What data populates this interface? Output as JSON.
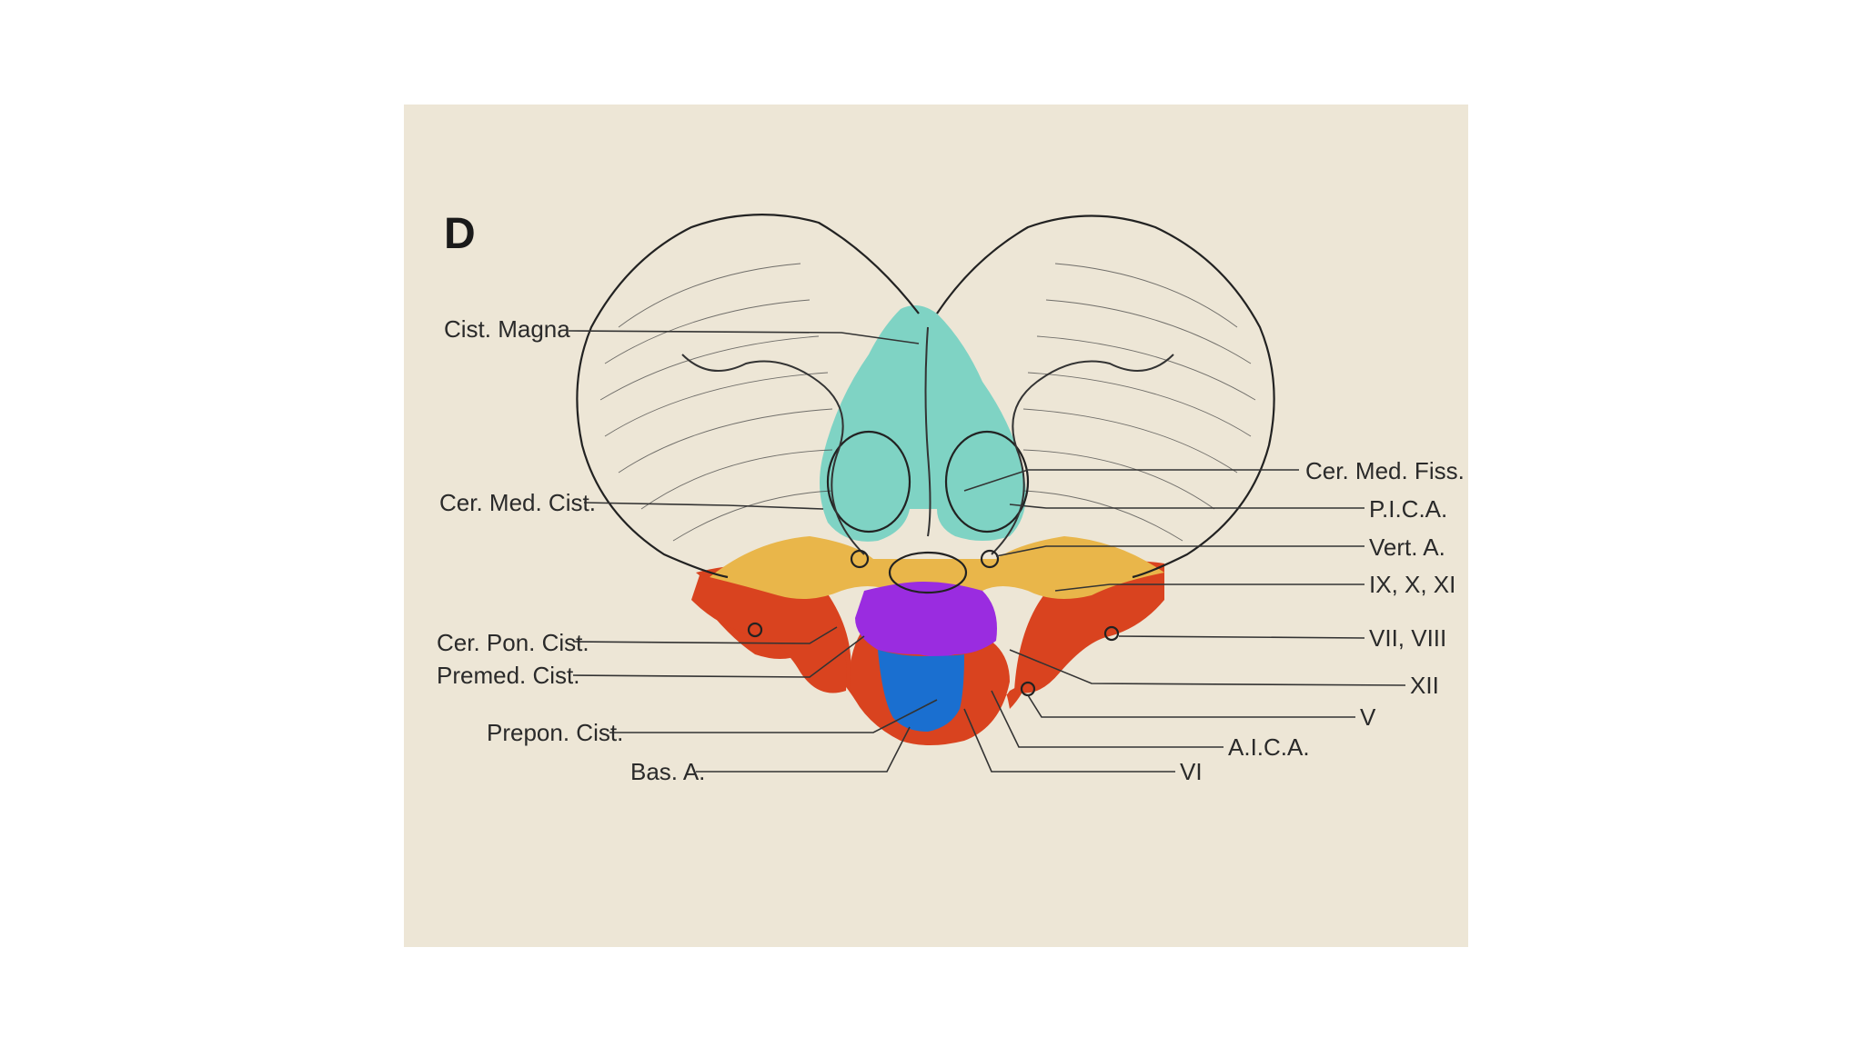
{
  "figure": {
    "panel_letter": "D",
    "colors": {
      "page_bg": "#ffffff",
      "plate_bg": "#ede6d6",
      "cisterna_magna": "#7fd3c4",
      "cerebellomedullary": "#e9b64a",
      "cerebellopontine": "#d9431f",
      "premedullary": "#9a2ce0",
      "prepontine": "#1a6fd0"
    },
    "labels": {
      "cist_magna": "Cist. Magna",
      "cer_med_cist": "Cer. Med. Cist.",
      "cer_pon_cist": "Cer. Pon. Cist.",
      "premed_cist": "Premed. Cist.",
      "prepon_cist": "Prepon. Cist.",
      "bas_a": "Bas. A.",
      "cer_med_fiss": "Cer. Med. Fiss.",
      "pica": "P.I.C.A.",
      "vert_a": "Vert. A.",
      "ix_x_xi": "IX, X, XI",
      "vii_viii": "VII, VIII",
      "xii": "XII",
      "v": "V",
      "aica": "A.I.C.A.",
      "vi": "VI"
    }
  }
}
